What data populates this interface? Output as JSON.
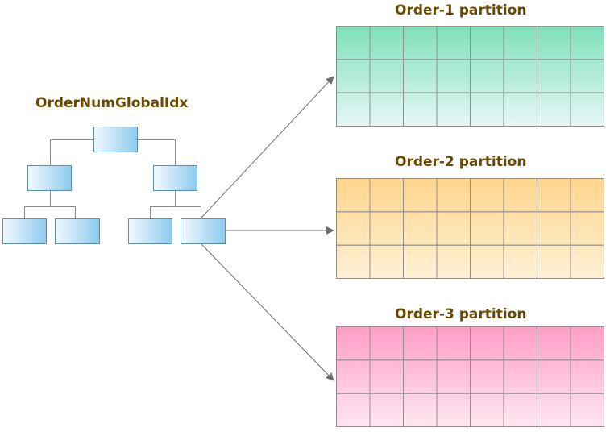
{
  "index": {
    "title": "OrderNumGlobalIdx",
    "node_fill_dark": "#8dcbee",
    "node_fill_light": "#f2f9ff",
    "node_border": "#5b8fb5",
    "connector_color": "#8a8a8a"
  },
  "partitions": [
    {
      "title": "Order-1 partition",
      "color_top": "#7fe0ba",
      "color_bottom": "#e6f7f6",
      "rows": 3,
      "cols": 8
    },
    {
      "title": "Order-2 partition",
      "color_top": "#ffd58c",
      "color_bottom": "#fff1d6",
      "rows": 3,
      "cols": 8
    },
    {
      "title": "Order-3 partition",
      "color_top": "#ff9ec6",
      "color_bottom": "#ffe6f1",
      "rows": 3,
      "cols": 8
    }
  ],
  "grid_line_color": "#8f8f8f",
  "arrow_color": "#6e6e6e"
}
